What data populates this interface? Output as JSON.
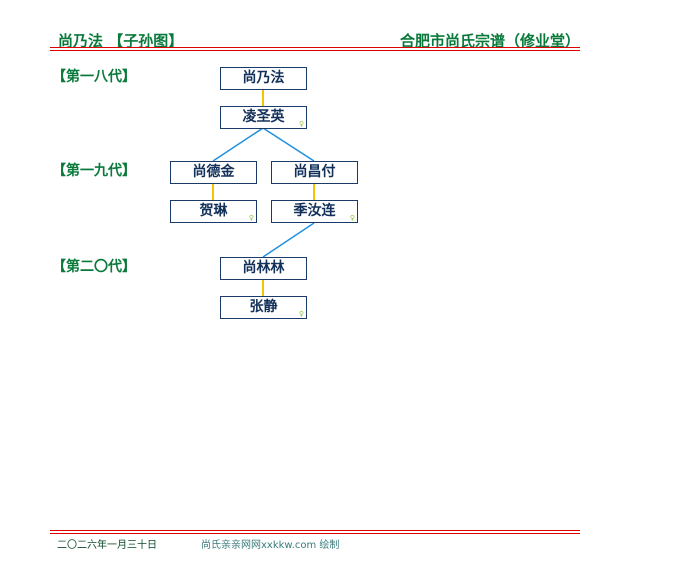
{
  "header": {
    "left_title": "尚乃法 【子孙图】",
    "right_title": "合肥市尚氏宗谱（修业堂）"
  },
  "generations": [
    "【第一八代】",
    "【第一九代】",
    "【第二〇代】"
  ],
  "persons": {
    "p1": {
      "name": "尚乃法"
    },
    "p1s": {
      "name": "凌圣英",
      "marker": "♀"
    },
    "p2": {
      "name": "尚德金"
    },
    "p2s": {
      "name": "贺琳",
      "marker": "♀"
    },
    "p3": {
      "name": "尚昌付"
    },
    "p3s": {
      "name": "季汝连",
      "marker": "♀"
    },
    "p4": {
      "name": "尚林林"
    },
    "p4s": {
      "name": "张静",
      "marker": "♀"
    }
  },
  "colors": {
    "spouse_line": "#f5c400",
    "child_line": "#1e90e0",
    "accent": "#0a7a3c",
    "rule": "#e00000"
  },
  "footer": {
    "date": "二〇二六年一月三十日",
    "credit": "尚氏亲亲网网xxkkw.com 绘制"
  }
}
